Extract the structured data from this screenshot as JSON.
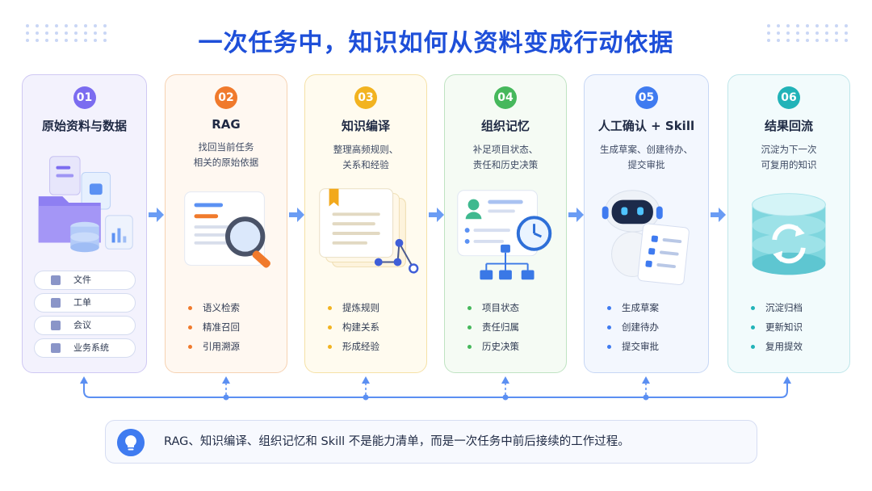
{
  "title": "一次任务中，知识如何从资料变成行动依据",
  "steps": [
    {
      "num": "01",
      "title": "原始资料与数据",
      "desc": "",
      "sources": [
        "文件",
        "工单",
        "会议",
        "业务系统"
      ],
      "bullets": [],
      "accent": "#7b6cf0",
      "bg": "#f3f2fd",
      "border": "#cfc8f3"
    },
    {
      "num": "02",
      "title": "RAG",
      "desc": "找回当前任务\n相关的原始依据",
      "bullets": [
        "语义检索",
        "精准召回",
        "引用溯源"
      ],
      "accent": "#f07a2c",
      "bg": "#fff8f1",
      "border": "#f6d2b2",
      "dot": "#f07a2c"
    },
    {
      "num": "03",
      "title": "知识编译",
      "desc": "整理高频规则、\n关系和经验",
      "bullets": [
        "提炼规则",
        "构建关系",
        "形成经验"
      ],
      "accent": "#f2b320",
      "bg": "#fffbef",
      "border": "#f5e1a6",
      "dot": "#f2b320"
    },
    {
      "num": "04",
      "title": "组织记忆",
      "desc": "补足项目状态、\n责任和历史决策",
      "bullets": [
        "项目状态",
        "责任归属",
        "历史决策"
      ],
      "accent": "#46b85c",
      "bg": "#f5fbf4",
      "border": "#bfe3c2",
      "dot": "#46b85c"
    },
    {
      "num": "05",
      "title": "人工确认 + Skill",
      "desc": "生成草案、创建待办、\n提交审批",
      "bullets": [
        "生成草案",
        "创建待办",
        "提交审批"
      ],
      "accent": "#3f7bf0",
      "bg": "#f3f7fe",
      "border": "#c7d7f5",
      "dot": "#3f7bf0"
    },
    {
      "num": "06",
      "title": "结果回流",
      "desc": "沉淀为下一次\n可复用的知识",
      "bullets": [
        "沉淀归档",
        "更新知识",
        "复用提效"
      ],
      "accent": "#22b3b8",
      "bg": "#f2fbfc",
      "border": "#bfe6ea",
      "dot": "#22b3b8"
    }
  ],
  "note": "RAG、知识编译、组织记忆和 Skill 不是能力清单，而是一次任务中前后接续的工作过程。",
  "icons": {
    "step1": "documents-folder-database-icon",
    "step2": "document-magnifier-icon",
    "step3": "bookmarked-documents-graph-icon",
    "step4": "profile-card-clock-org-chart-icon",
    "step5": "robot-checklist-icon",
    "step6": "database-refresh-icon",
    "note": "lightbulb-icon"
  }
}
